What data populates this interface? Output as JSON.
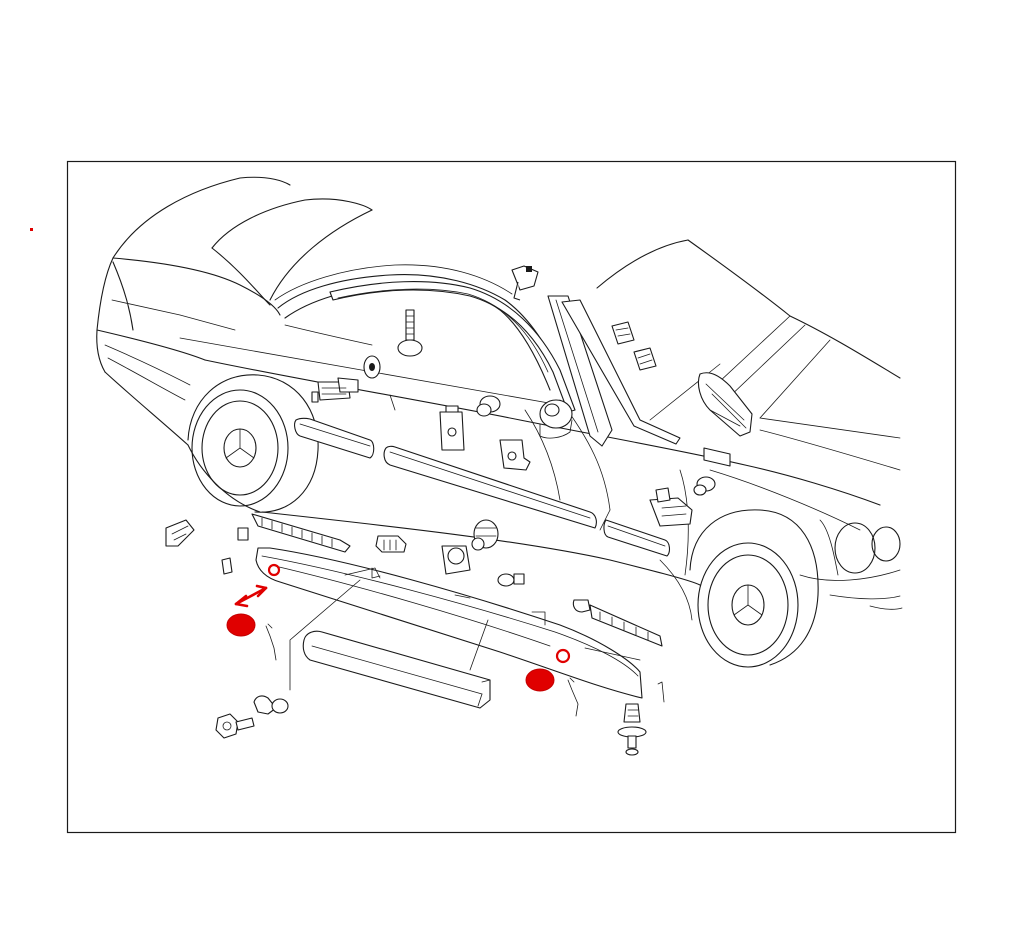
{
  "diagram": {
    "kind": "exploded parts diagram",
    "markup_color": "#e00000",
    "line_color": "#1a1a1a",
    "background": "#ffffff",
    "highlights": {
      "filled_markers": 2,
      "ring_markers": 2,
      "double_arrows": 1
    }
  }
}
